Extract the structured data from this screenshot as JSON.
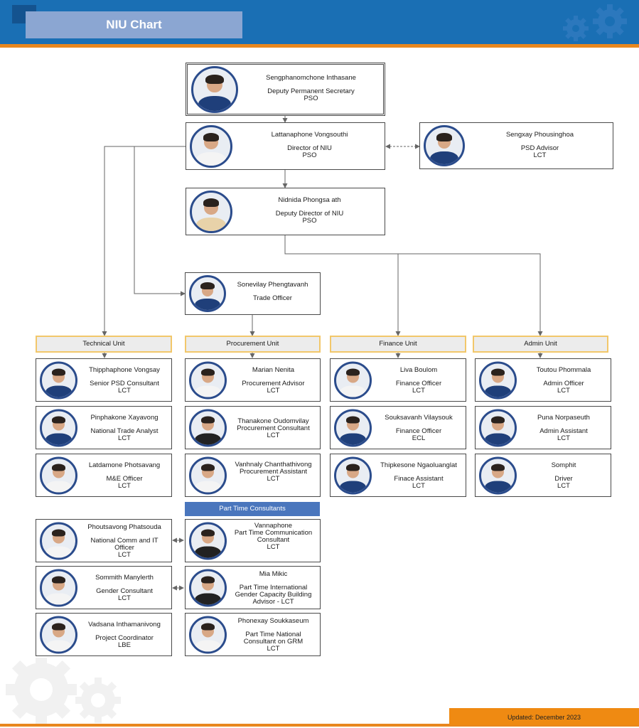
{
  "header": {
    "title": "NIU Chart"
  },
  "footer": {
    "updated": "Updated: December 2023"
  },
  "top": [
    {
      "name": "Sengphanomchone Inthasane",
      "role": "Deputy Permanent Secretary",
      "grade": "PSO"
    },
    {
      "name": "Lattanaphone Vongsouthi",
      "role": "Director of NIU",
      "grade": "PSO"
    },
    {
      "name": "Sengxay Phousinghoa",
      "role": "PSD Advisor",
      "grade": "LCT"
    },
    {
      "name": "Nidnida Phongsa ath",
      "role": "Deputy Director of NIU",
      "grade": "PSO"
    },
    {
      "name": "Sonevilay Phengtavanh",
      "role": "Trade Officer",
      "grade": ""
    }
  ],
  "units": [
    {
      "label": "Technical Unit",
      "members": [
        {
          "name": "Thipphaphone Vongsay",
          "role": "Senior PSD Consultant",
          "grade": "LCT"
        },
        {
          "name": "Pinphakone Xayavong",
          "role": "National Trade Analyst",
          "grade": "LCT"
        },
        {
          "name": "Latdamone Photsavang",
          "role": "M&E Officer",
          "grade": "LCT"
        }
      ]
    },
    {
      "label": "Procurement Unit",
      "members": [
        {
          "name": "Marian Nenita",
          "role": "Procurement Advisor",
          "grade": "LCT"
        },
        {
          "name": "Thanakone Oudomvilay",
          "role": "Procurement Consultant",
          "grade": "LCT"
        },
        {
          "name": "Vanhnaly Chanthathivong",
          "role": "Procurement Assistant",
          "grade": "LCT"
        }
      ]
    },
    {
      "label": "Finance Unit",
      "members": [
        {
          "name": "Liva Boulom",
          "role": "Finance Officer",
          "grade": "LCT"
        },
        {
          "name": "Souksavanh Vilaysouk",
          "role": "Finance Officer",
          "grade": "ECL"
        },
        {
          "name": "Thipkesone Ngaoluanglat",
          "role": "Finace Assistant",
          "grade": "LCT"
        }
      ]
    },
    {
      "label": "Admin Unit",
      "members": [
        {
          "name": "Toutou Phommala",
          "role": "Admin Officer",
          "grade": "LCT"
        },
        {
          "name": "Puna Norpaseuth",
          "role": "Admin Assistant",
          "grade": "LCT"
        },
        {
          "name": "Somphit",
          "role": "Driver",
          "grade": "LCT"
        }
      ]
    }
  ],
  "part_time": {
    "label": "Part Time Consultants",
    "left": [
      {
        "name": "Phoutsavong Phatsouda",
        "role": "National Comm and IT Officer",
        "grade": "LCT"
      },
      {
        "name": "Sommith Manylerth",
        "role": "Gender Consultant",
        "grade": "LCT"
      },
      {
        "name": "Vadsana Inthamanivong",
        "role": "Project Coordinator",
        "grade": "LBE"
      }
    ],
    "right": [
      {
        "name": "Vannaphone",
        "role": "Part Time Communication Consultant",
        "grade": "LCT"
      },
      {
        "name": "Mia Mikic",
        "role": "Part Time International Gender Capacity Building Advisor - LCT",
        "grade": ""
      },
      {
        "name": "Phonexay Soukkaseum",
        "role": "Part Time National Consultant on GRM",
        "grade": "LCT"
      }
    ]
  }
}
